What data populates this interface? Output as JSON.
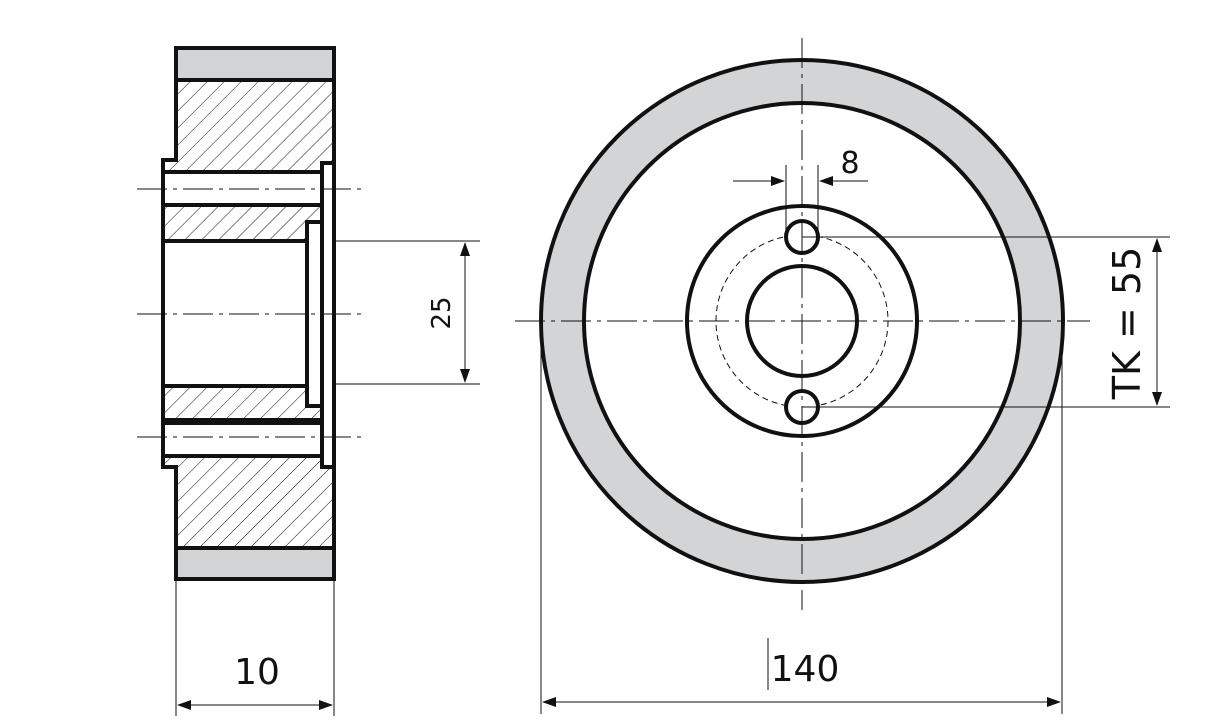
{
  "dimensions": {
    "width_side": "10",
    "bore": "25",
    "hole": "8",
    "pitch_circle": "TK = 55",
    "outer_diameter": "140"
  },
  "colors": {
    "tire": "#d3d4d6",
    "line": "#111111",
    "background": "#ffffff"
  }
}
